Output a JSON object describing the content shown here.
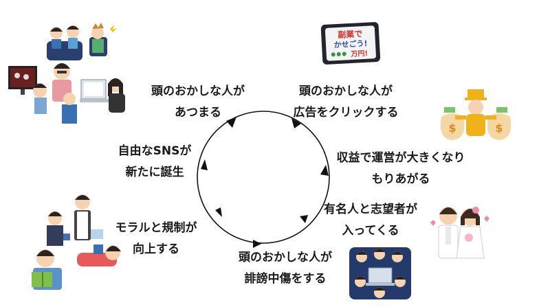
{
  "cycle_steps": [
    {
      "line1": "頭のおかしな人が",
      "line2": "あつまる"
    },
    {
      "line1": "頭のおかしな人が",
      "line2": "広告をクリックする"
    },
    {
      "line1": "収益で運営が大きくなり",
      "line2": "もりあがる"
    },
    {
      "line1": "有名人と志望者が",
      "line2": "入ってくる"
    },
    {
      "line1": "頭のおかしな人が",
      "line2": "誹謗中傷をする"
    },
    {
      "line1": "モラルと規制が",
      "line2": "向上する"
    },
    {
      "line1": "自由なSNSが",
      "line2": "新たに誕生"
    }
  ],
  "ad_sign": {
    "line1": "副業で",
    "line2": "かせごう!",
    "line3": "万円!"
  },
  "colors": {
    "text": "#1a1a1a",
    "cycle": "#111111",
    "skin": "#f6d2b0",
    "hair": "#2b2320",
    "shirt_blue": "#3a6fb0",
    "gold": "#f0b21c",
    "money_bag": "#f3d8a4"
  }
}
